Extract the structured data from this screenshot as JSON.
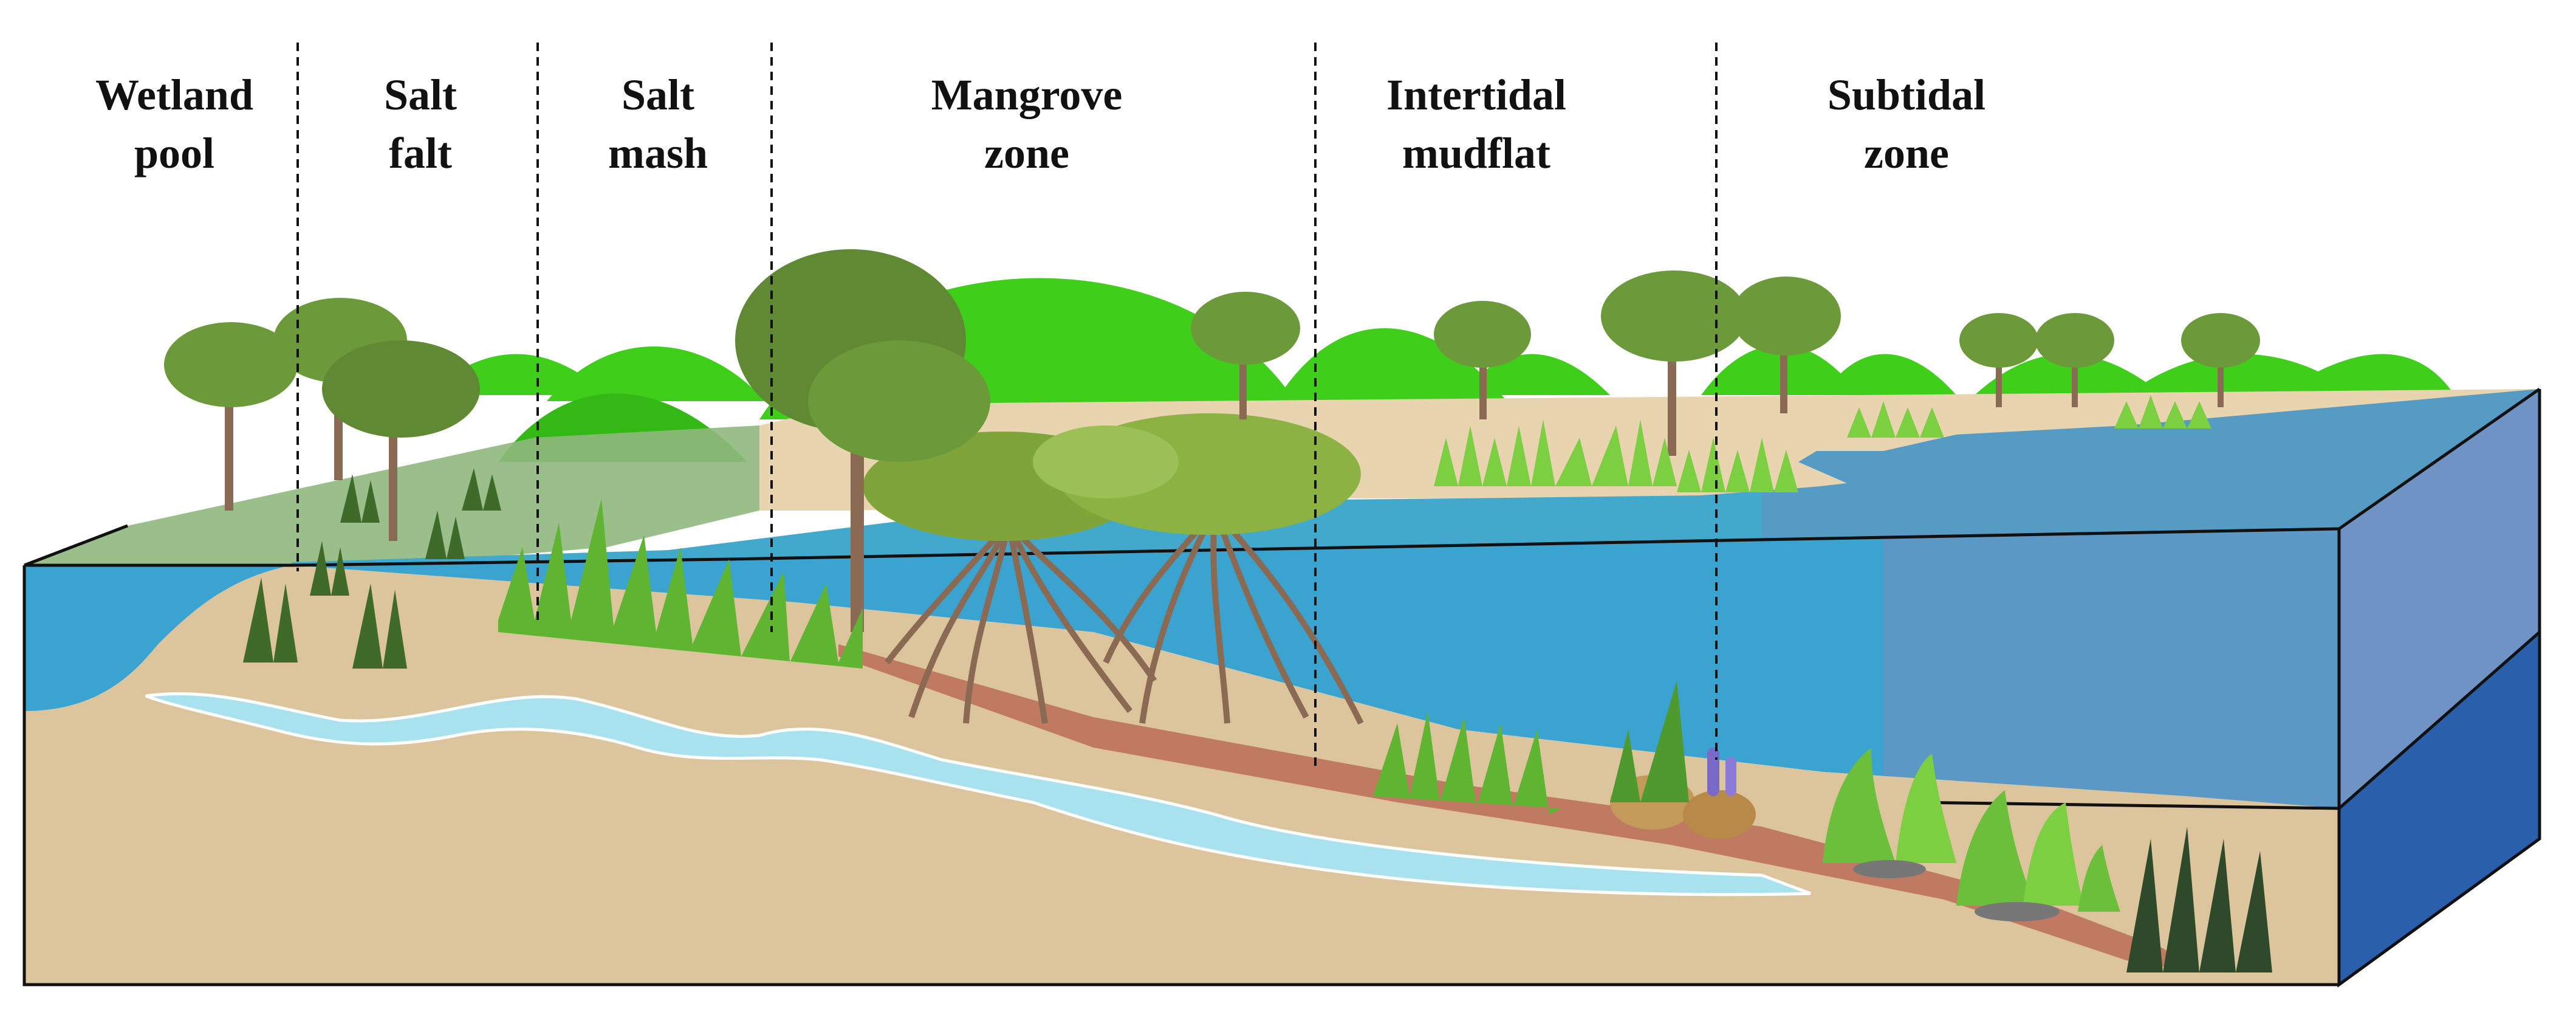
{
  "zones": [
    {
      "line1": "Wetland",
      "line2": "pool"
    },
    {
      "line1": "Salt",
      "line2": "falt"
    },
    {
      "line1": "Salt",
      "line2": "mash"
    },
    {
      "line1": "Mangrove",
      "line2": "zone"
    },
    {
      "line1": "Intertidal",
      "line2": "mudflat"
    },
    {
      "line1": "Subtidal",
      "line2": "zone"
    }
  ],
  "colors": {
    "hill": "#3fcf1a",
    "hill_dark": "#2a9a12",
    "sand": "#dcc59c",
    "far_shore": "#e8d5b0",
    "water_surface": "#43a9cc",
    "water_surface_right": "#5f93c0",
    "water_side": "#3aa3d0",
    "deep_water": "#2f6fb5",
    "groundwater": "#a8e2ee",
    "mud_layer": "#c07a62",
    "wetland_green": "#8fb87e",
    "tree_foliage": "#6c9a3a",
    "tree_trunk": "#8a6a52",
    "grass": "#5fb532",
    "outline": "#111111"
  }
}
